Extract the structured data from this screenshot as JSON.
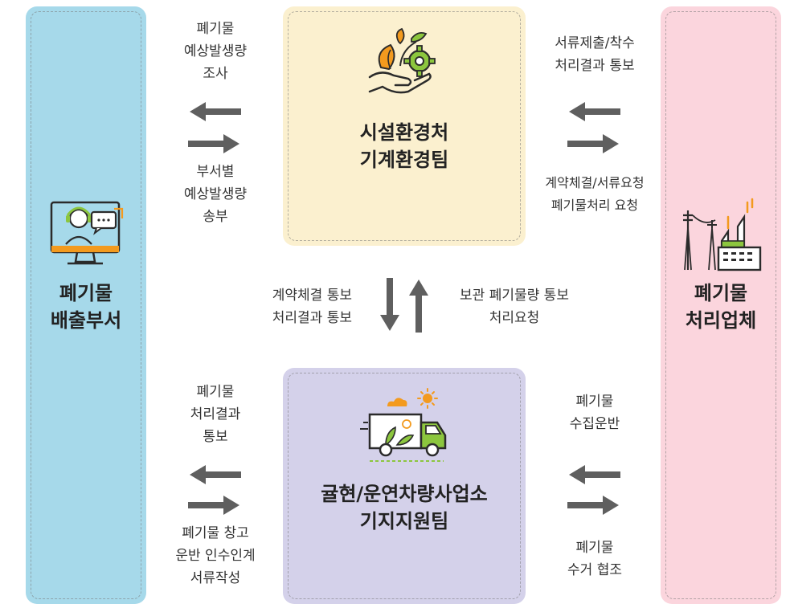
{
  "colors": {
    "left_box": "#a6d9ea",
    "top_box": "#fbf0cf",
    "bottom_box": "#d4d1ea",
    "right_box": "#fbd5dd",
    "arrow": "#5f5f5f",
    "icon_dark": "#2b2b2b",
    "icon_green": "#8cc63e",
    "icon_orange": "#f39a1e"
  },
  "nodes": {
    "left": {
      "icon": "headset-operator-monitor-icon",
      "title_lines": [
        "폐기물",
        "배출부서"
      ]
    },
    "top": {
      "icon": "hand-leaf-gear-icon",
      "title_lines": [
        "시설환경처",
        "기계환경팀"
      ]
    },
    "bottom": {
      "icon": "eco-truck-icon",
      "title_lines": [
        "귤현/운연차량사업소",
        "기지지원팀"
      ]
    },
    "right": {
      "icon": "factory-powerline-icon",
      "title_lines": [
        "폐기물",
        "처리업체"
      ]
    }
  },
  "edges": {
    "top_left_upper": [
      "폐기물",
      "예상발생량",
      "조사"
    ],
    "top_left_lower": [
      "부서별",
      "예상발생량",
      "송부"
    ],
    "top_right_upper": [
      "서류제출/착수",
      "처리결과 통보"
    ],
    "top_right_lower": [
      "계약체결/서류요청",
      "폐기물처리 요청"
    ],
    "middle_left": [
      "계약체결 통보",
      "처리결과 통보"
    ],
    "middle_right": [
      "보관 폐기물량 통보",
      "처리요청"
    ],
    "bottom_left_upper": [
      "폐기물",
      "처리결과",
      "통보"
    ],
    "bottom_left_lower": [
      "폐기물 창고",
      "운반 인수인계",
      "서류작성"
    ],
    "bottom_right_upper": [
      "폐기물",
      "수집운반"
    ],
    "bottom_right_lower": [
      "폐기물",
      "수거 협조"
    ]
  }
}
